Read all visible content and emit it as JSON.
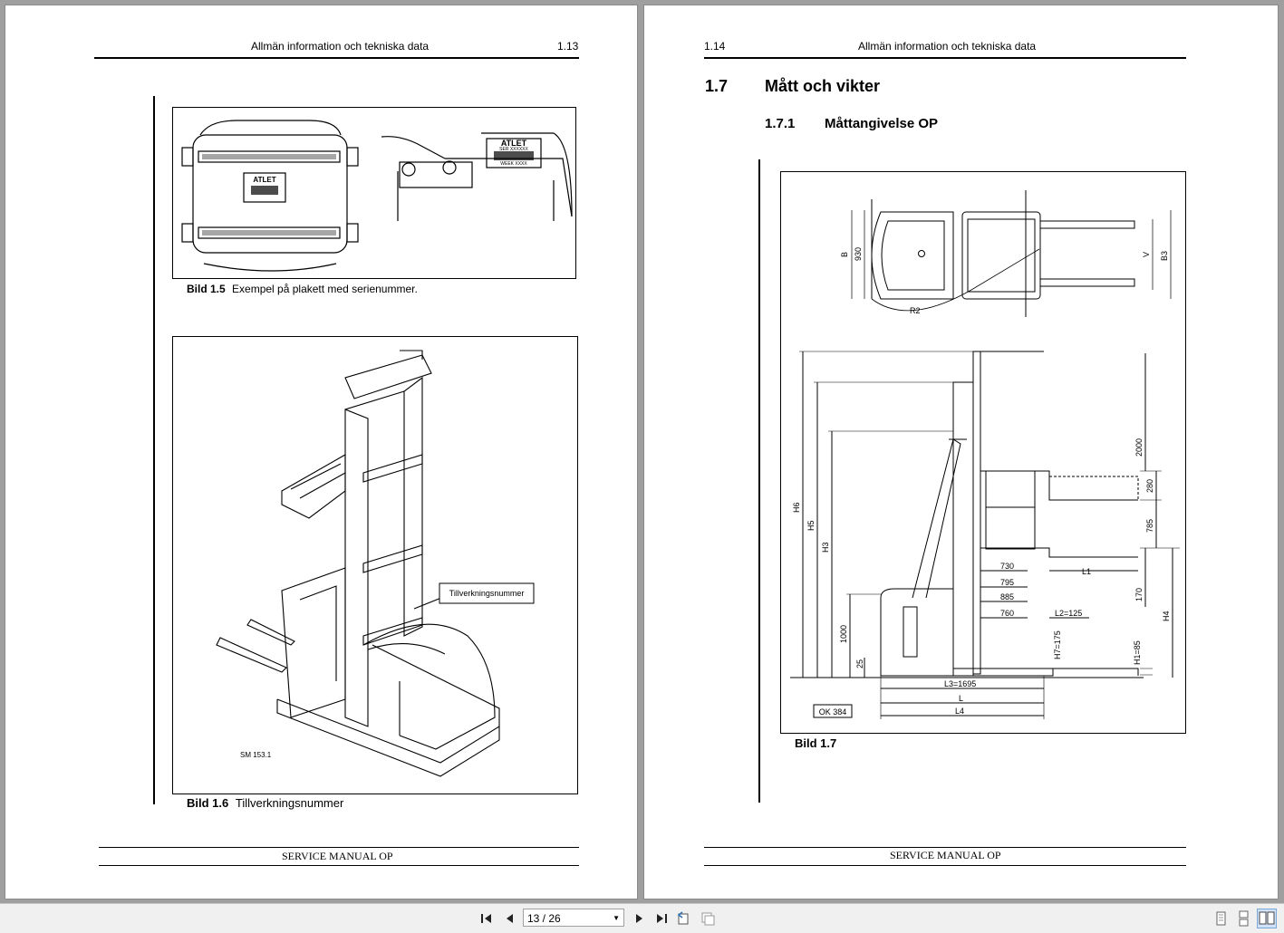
{
  "left_page": {
    "header_title": "Allmän information och tekniska data",
    "page_number": "1.13",
    "figure1": {
      "label": "Bild 1.5",
      "caption": "Exempel på plakett med serienummer.",
      "plate_brand": "ATLET",
      "plate_serial": "SER XXXXXX",
      "plate_week": "WEEK XXXX"
    },
    "figure2": {
      "label": "Bild 1.6",
      "caption": "Tillverkningsnummer",
      "callout": "Tillverkningsnummer",
      "ref_code": "SM 153.1"
    },
    "footer": "SERVICE MANUAL OP"
  },
  "right_page": {
    "page_number": "1.14",
    "header_title": "Allmän information och tekniska data",
    "section_number": "1.7",
    "section_title": "Mått och vikter",
    "subsection_number": "1.7.1",
    "subsection_title": "Måttangivelse OP",
    "figure": {
      "label": "Bild 1.7",
      "ref_code": "OK 384",
      "dims_top": {
        "B": "B",
        "w930": "930",
        "R2": "R2",
        "V": "V",
        "B3": "B3"
      },
      "dims_side": {
        "H6": "H6",
        "H5": "H5",
        "H3": "H3",
        "d1000": "1000",
        "d25": "25",
        "d2000": "2000",
        "d280": "280",
        "d785": "785",
        "d170": "170",
        "H4": "H4",
        "H1": "H1=85",
        "H7": "H7=175",
        "d730": "730",
        "d795": "795",
        "d885": "885",
        "d760": "760",
        "L1": "L1",
        "L2": "L2=125",
        "L3": "L3=1695",
        "L": "L",
        "L4": "L4"
      }
    },
    "footer": "SERVICE MANUAL OP"
  },
  "toolbar": {
    "page_indicator": "13 / 26",
    "first_icon": "first-page-icon",
    "prev_icon": "prev-page-icon",
    "next_icon": "next-page-icon",
    "last_icon": "last-page-icon"
  }
}
